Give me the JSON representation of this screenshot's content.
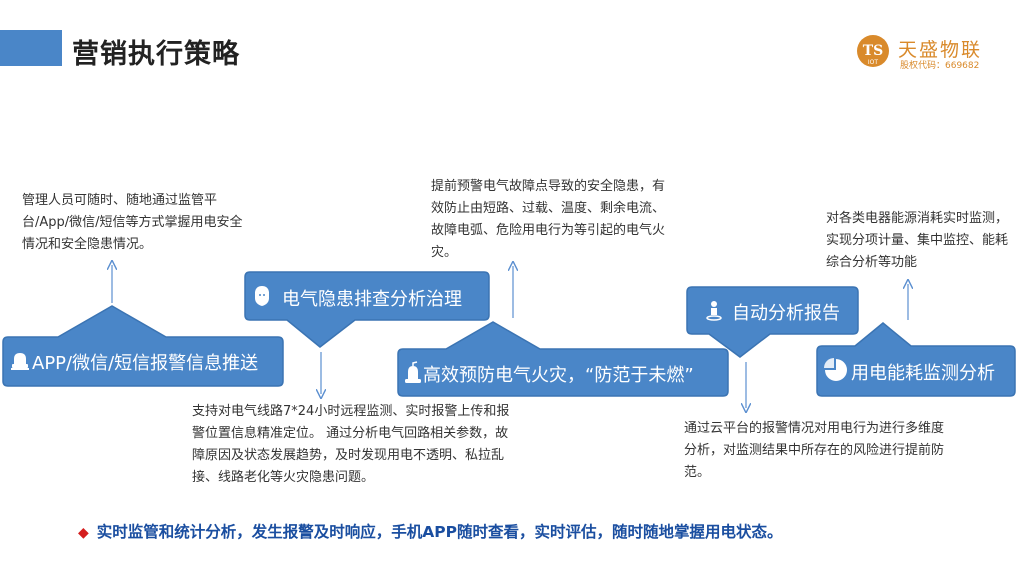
{
  "header": {
    "title": "营销执行策略"
  },
  "logo": {
    "name": "天盛物联",
    "code": "股权代码：669682",
    "mark_text": "TS",
    "mark_sub": "IOT"
  },
  "colors": {
    "box": "#4a86c8",
    "box_stroke": "#3b74b3",
    "arrow": "#5b8fd0",
    "footer_text": "#1a4ea0",
    "footer_bullet": "#d41e1e",
    "logo": "#d98a2b"
  },
  "steps": [
    {
      "label": "APP/微信/短信报警信息推送",
      "icon": "alarm-icon",
      "description": "管理人员可随时、随地通过监管平台/App/微信/短信等方式掌握用电安全情况和安全隐患情况。"
    },
    {
      "label": "电气隐患排查分析治理",
      "icon": "shield-icon",
      "description": "支持对电气线路7*24小时远程监测、实时报警上传和报警位置信息精准定位。    通过分析电气回路相关参数，故障原因及状态发展趋势，及时发现用电不透明、私拉乱接、线路老化等火灾隐患问题。"
    },
    {
      "label": "高效预防电气火灾，“防范于未燃”",
      "icon": "fire-extinguisher-icon",
      "description": "提前预警电气故障点导致的安全隐患，有效防止由短路、过载、温度、剩余电流、故障电弧、危险用电行为等引起的电气火灾。"
    },
    {
      "label": "自动分析报告",
      "icon": "person-icon",
      "description": "通过云平台的报警情况对用电行为进行多维度分析，对监测结果中所存在的风险进行提前防范。"
    },
    {
      "label": "用电能耗监测分析",
      "icon": "pie-chart-icon",
      "description": "对各类电器能源消耗实时监测，实现分项计量、集中监控、能耗综合分析等功能"
    }
  ],
  "footer": {
    "bullet": "◆",
    "text": "实时监管和统计分析，发生报警及时响应，手机APP随时查看，实时评估，随时随地掌握用电状态。"
  }
}
